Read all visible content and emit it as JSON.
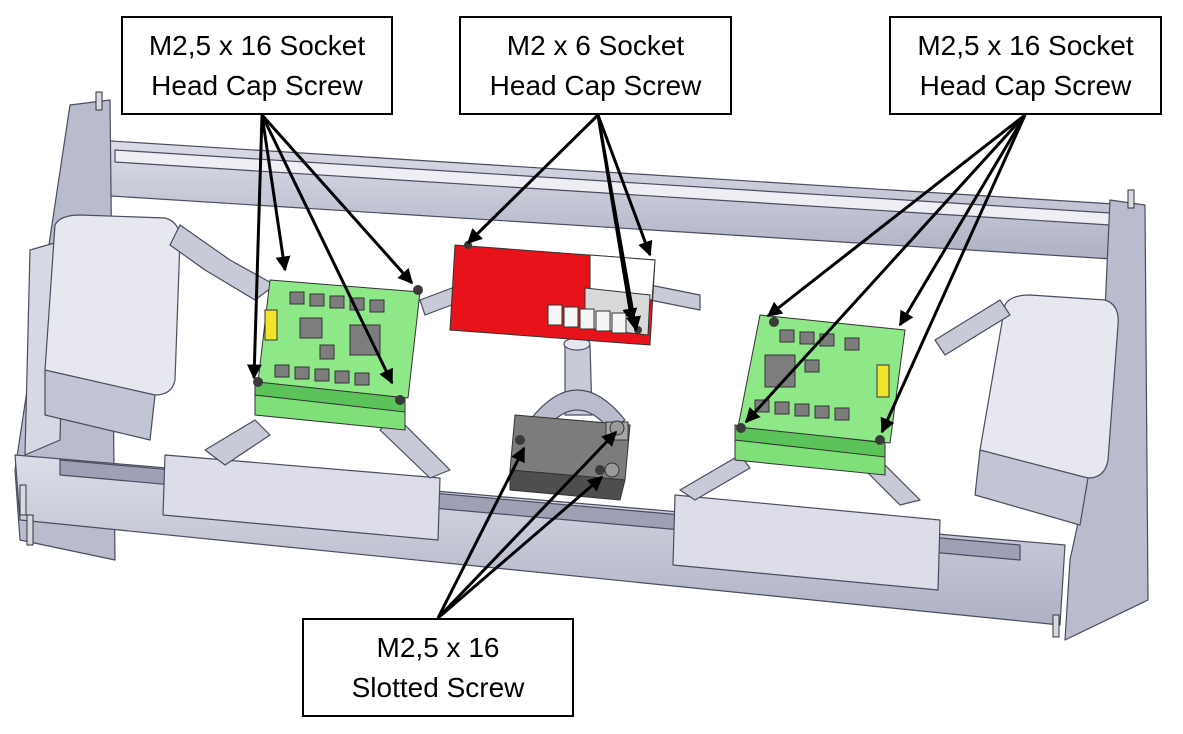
{
  "callouts": {
    "left": {
      "line1": "M2,5 x 16 Socket",
      "line2": "Head Cap Screw"
    },
    "middle": {
      "line1": "M2 x 6 Socket",
      "line2": "Head Cap Screw"
    },
    "right": {
      "line1": "M2,5 x 16 Socket",
      "line2": "Head Cap Screw"
    },
    "bottom": {
      "line1": "M2,5 x 16",
      "line2": "Slotted Screw"
    }
  },
  "colors": {
    "frame": "#c8cad8",
    "frame_shadow": "#9ea1b5",
    "pcb_green": "#7fe07a",
    "pcb_red": "#e8121a",
    "servo": "#6e6e6e",
    "arrow": "#000000"
  },
  "icons": [
    "screw-icon",
    "arrow-icon"
  ]
}
